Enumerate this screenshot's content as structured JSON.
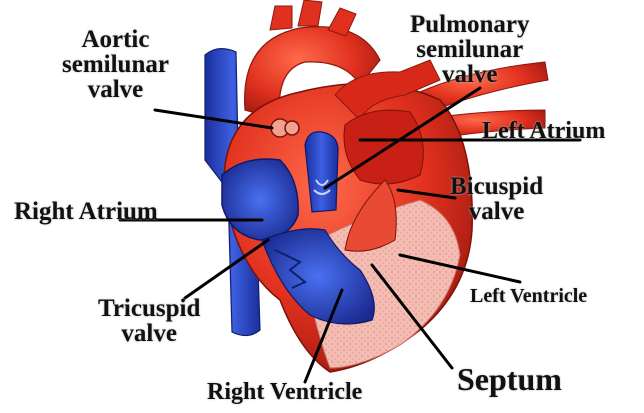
{
  "labels": {
    "aortic_semilunar_valve": [
      "Aortic",
      "semilunar",
      "valve"
    ],
    "pulmonary_semilunar_valve": [
      "Pulmonary",
      "semilunar",
      "valve"
    ],
    "left_atrium": "Left Atrium",
    "bicuspid_valve": [
      "Bicuspid",
      "valve"
    ],
    "right_atrium": "Right Atrium",
    "tricuspid_valve": [
      "Tricuspid",
      "valve"
    ],
    "left_ventricle": "Left Ventricle",
    "septum": "Septum",
    "right_ventricle": "Right Ventricle"
  },
  "colors": {
    "oxygenated_red": "#e0301e",
    "deoxygenated_blue": "#2244cc",
    "muscle_pink": "#f2b8b0",
    "leader_line": "#000000"
  }
}
